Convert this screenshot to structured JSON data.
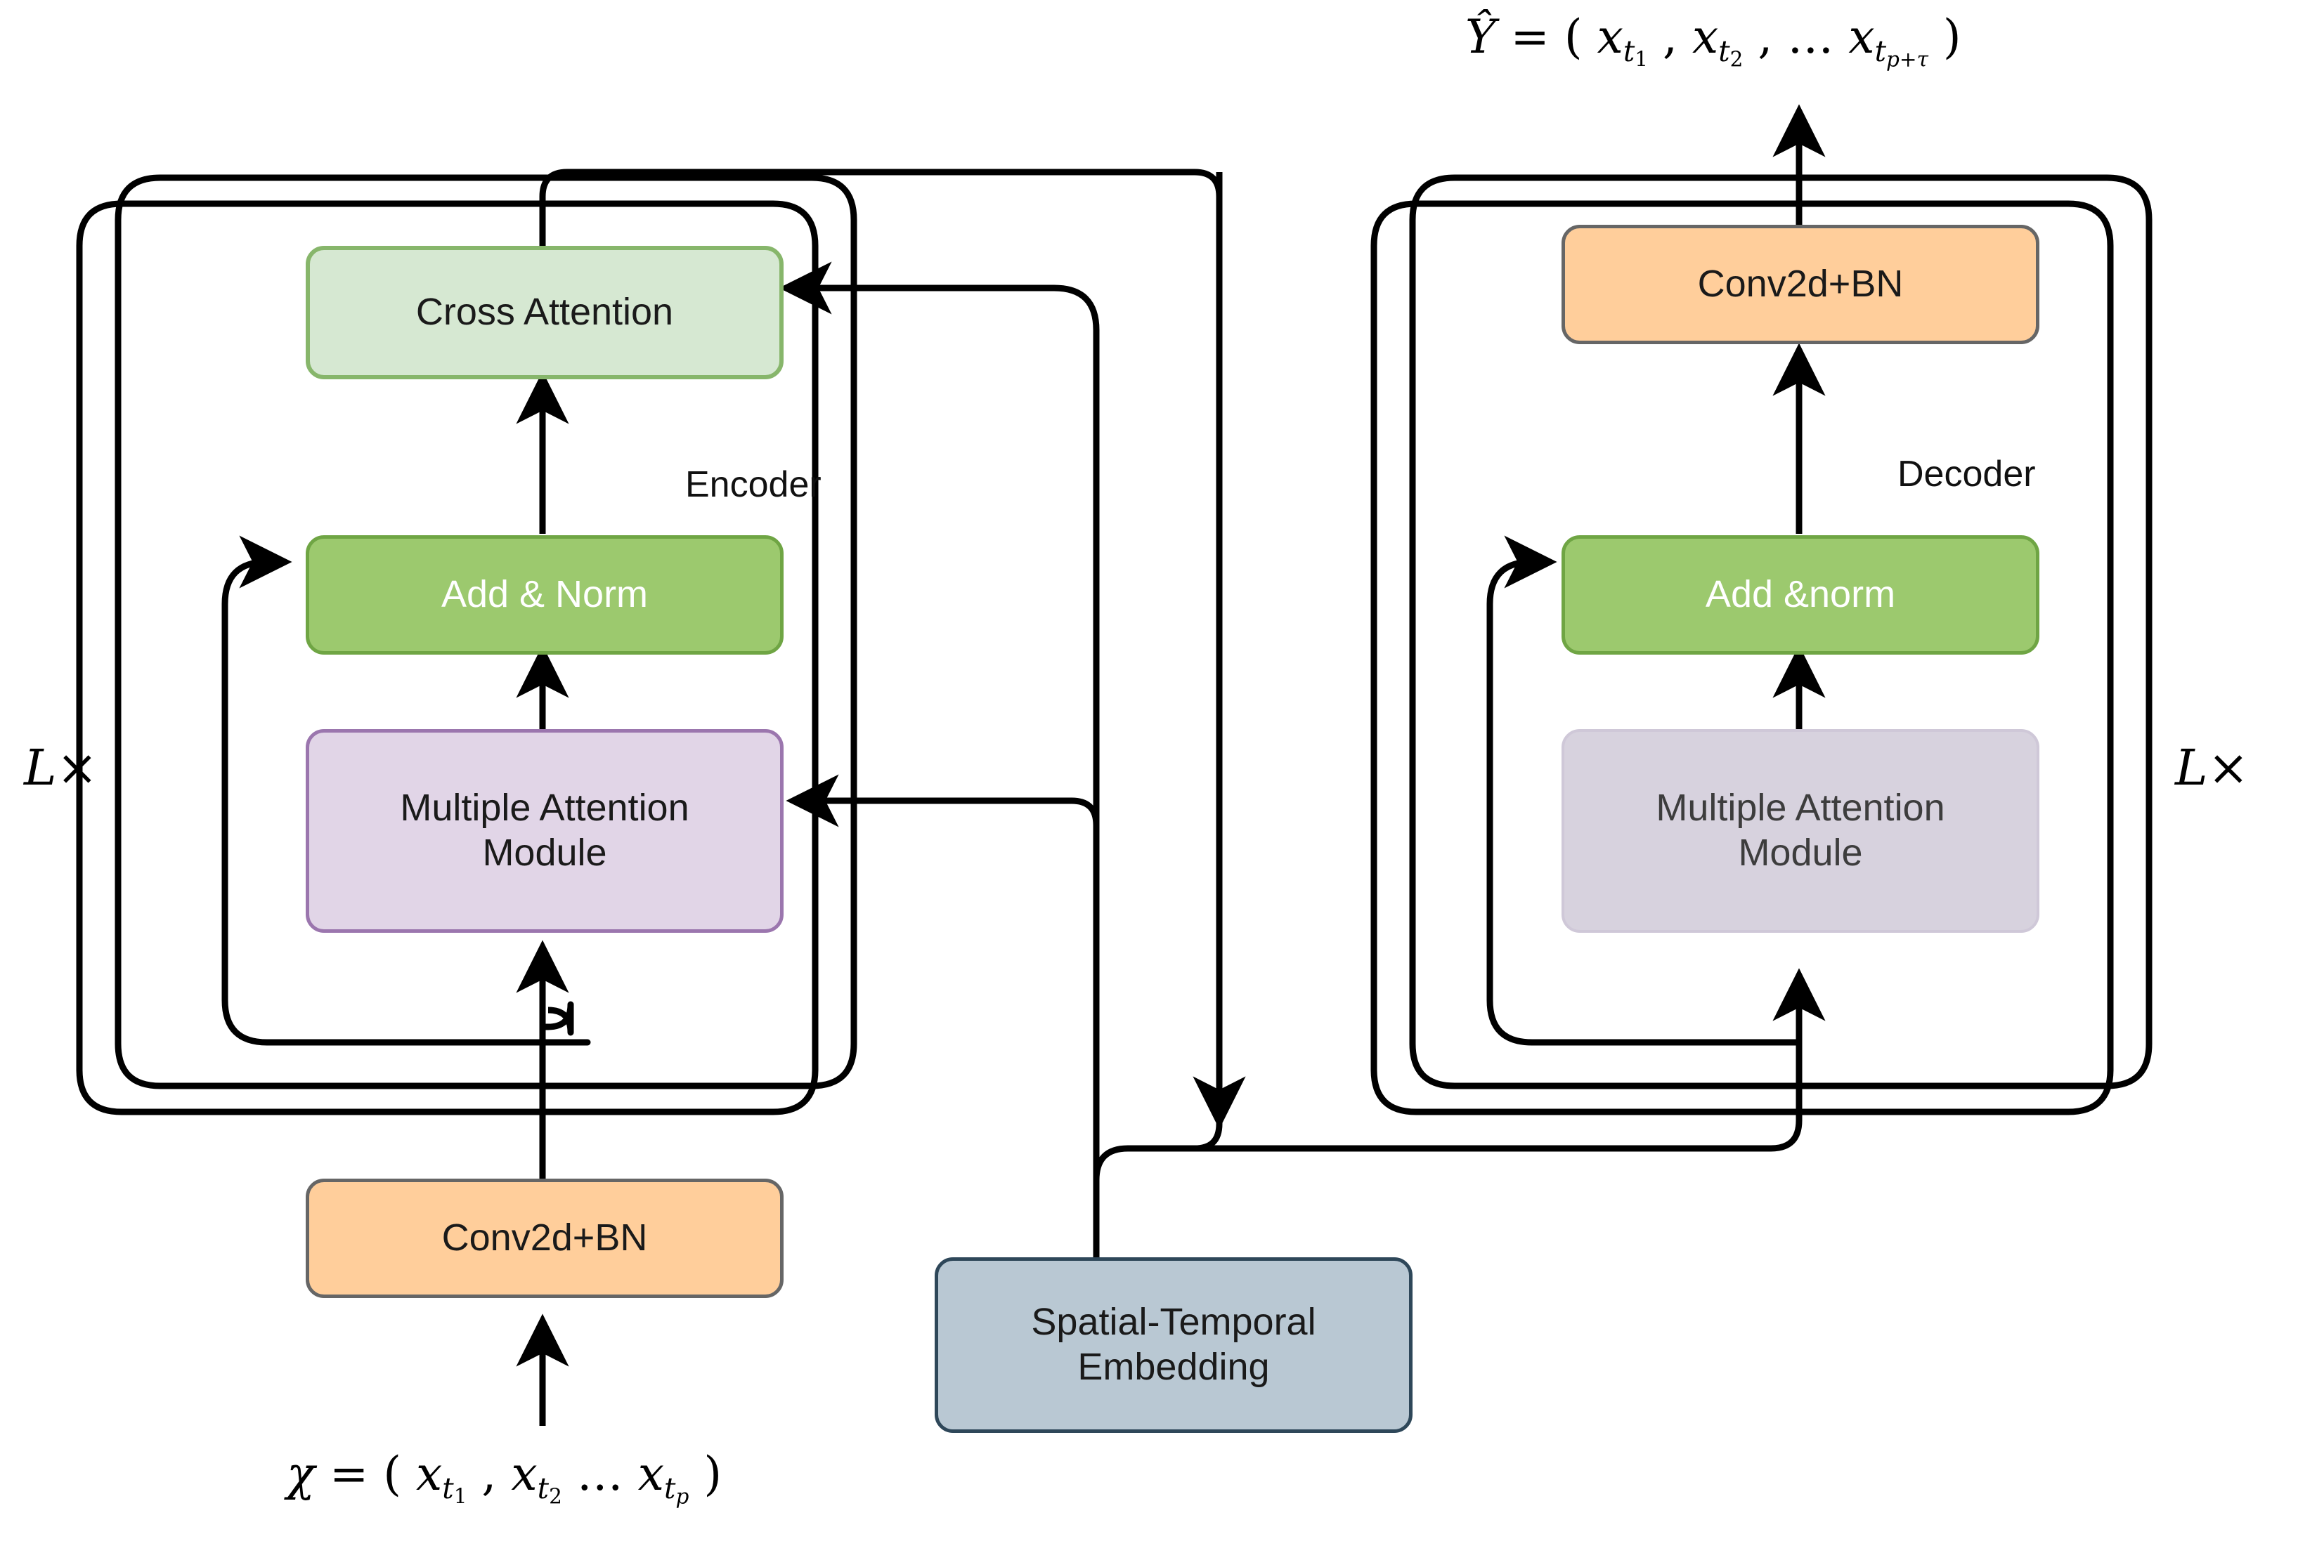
{
  "diagram": {
    "title": "Encoder-Decoder Transformer Architecture",
    "type": "block-diagram"
  },
  "colors": {
    "cross_attention_fill": "#D6E8D2",
    "cross_attention_border": "#87B66B",
    "add_norm_fill": "#9CC96E",
    "add_norm_border": "#6FA544",
    "mam_encoder_fill": "#E1D5E7",
    "mam_encoder_border": "#9B76AE",
    "mam_decoder_fill": "#D7D2DE",
    "mam_decoder_border": "#CFC8D8",
    "conv_fill": "#FFCE9B",
    "conv_border": "#666666",
    "embedding_fill": "#B9C8D3",
    "embedding_border": "#2E4759",
    "wire": "#000000",
    "background": "#FFFFFF"
  },
  "encoder": {
    "group_label": "Encoder",
    "repeat_label": "L×",
    "blocks": {
      "cross_attention": "Cross Attention",
      "add_norm": "Add & Norm",
      "multi_attention": "Multiple Attention\nModule",
      "conv": "Conv2d+BN"
    }
  },
  "decoder": {
    "group_label": "Decoder",
    "repeat_label": "L×",
    "blocks": {
      "add_norm": "Add &norm",
      "multi_attention": "Multiple Attention\nModule",
      "conv": "Conv2d+BN"
    }
  },
  "embedding": {
    "label": "Spatial-Temporal\nEmbedding"
  },
  "io": {
    "input_formula": "χ = (x_t1 , x_t2 ... x_tp)",
    "output_formula": "Ŷ = (x_t1 , x_t2 , ... x_t(p+τ))"
  }
}
